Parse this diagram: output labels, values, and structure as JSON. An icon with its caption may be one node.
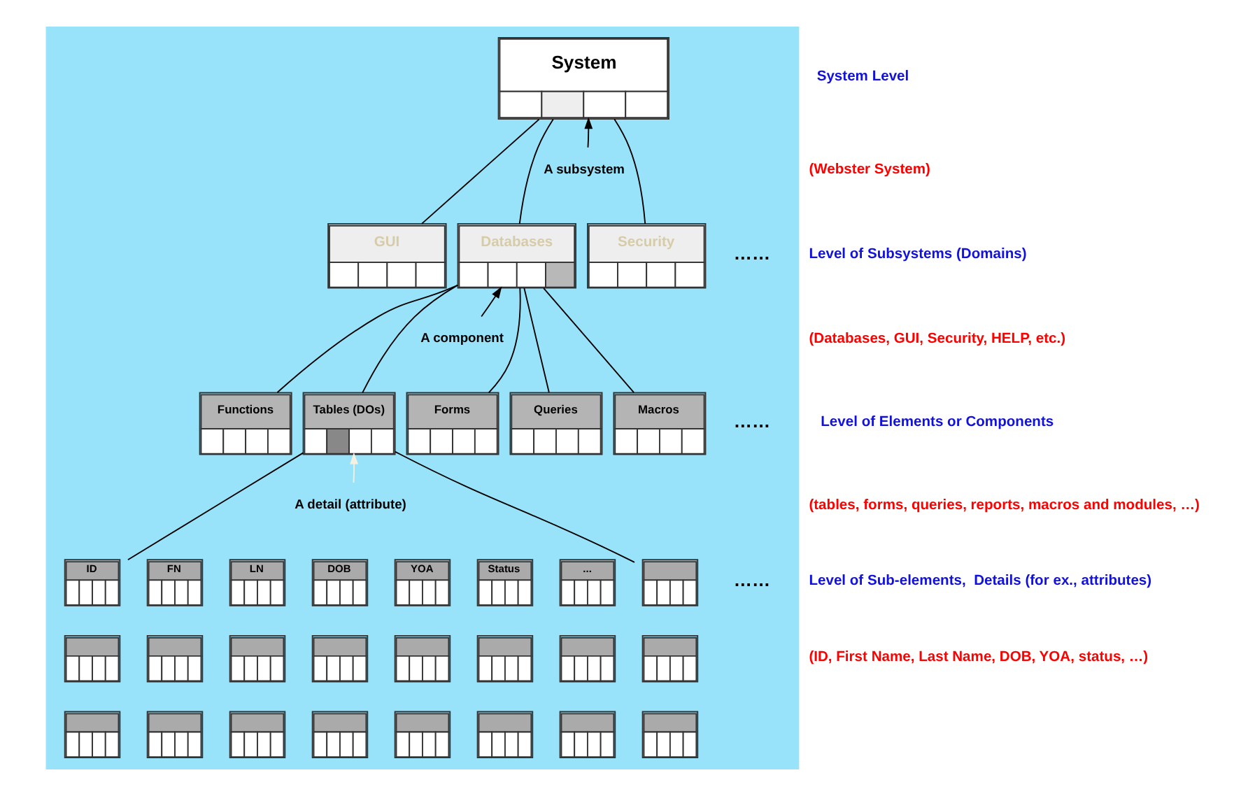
{
  "diagram": {
    "nodes": [
      {
        "text": [],
        "shape": "box"
      },
      {
        "text": [
          "System"
        ],
        "in": 0
      },
      {
        "text": [
          "GUI"
        ],
        "in": 0
      },
      {
        "text": [
          "Databases"
        ],
        "in": 0
      },
      {
        "text": [
          "Security"
        ],
        "in": 0
      },
      {
        "text": [
          "Functions"
        ],
        "in": 0
      },
      {
        "text": [
          "Tables (DOs)"
        ],
        "in": 0
      },
      {
        "text": [
          "Forms"
        ],
        "in": 0
      },
      {
        "text": [
          "Queries"
        ],
        "in": 0
      },
      {
        "text": [
          "Macros"
        ],
        "in": 0
      },
      {
        "text": [
          "ID"
        ],
        "in": 0
      },
      {
        "text": [
          "FN"
        ],
        "in": 0
      },
      {
        "text": [
          "LN"
        ],
        "in": 0
      },
      {
        "text": [
          "DOB"
        ],
        "in": 0
      },
      {
        "text": [
          "YOA"
        ],
        "in": 0
      },
      {
        "text": [
          "Status"
        ],
        "in": 0
      },
      {
        "text": [
          "..."
        ],
        "in": 0
      },
      {
        "text": [],
        "shape": "box",
        "in": 0
      },
      {
        "text": [],
        "shape": "box",
        "in": 0
      },
      {
        "text": [],
        "shape": "box",
        "in": 0
      },
      {
        "text": [],
        "shape": "box",
        "in": 0
      },
      {
        "text": [],
        "shape": "box",
        "in": 0
      },
      {
        "text": [],
        "shape": "box",
        "in": 0
      },
      {
        "text": [],
        "shape": "box",
        "in": 0
      },
      {
        "text": [],
        "shape": "box",
        "in": 0
      },
      {
        "text": [],
        "shape": "box",
        "in": 0
      },
      {
        "text": [],
        "shape": "box",
        "in": 0
      },
      {
        "text": [],
        "shape": "box",
        "in": 0
      },
      {
        "text": [],
        "shape": "box",
        "in": 0
      },
      {
        "text": [],
        "shape": "box",
        "in": 0
      },
      {
        "text": [],
        "shape": "box",
        "in": 0
      },
      {
        "text": [],
        "shape": "box",
        "in": 0
      },
      {
        "text": [],
        "shape": "box",
        "in": 0
      },
      {
        "text": [],
        "shape": "box",
        "in": 0
      },
      {
        "text": [
          "A subsystem"
        ],
        "in": 0
      },
      {
        "text": [
          "A component"
        ],
        "in": 0
      },
      {
        "text": [
          "A detail (attribute)"
        ],
        "in": 0
      }
    ],
    "edges": [
      {
        "from": 1,
        "to": 2,
        "arrow": "none"
      },
      {
        "from": 1,
        "to": 3,
        "arrow": "none"
      },
      {
        "from": 1,
        "to": 4,
        "arrow": "none"
      },
      {
        "from": 3,
        "to": 5,
        "arrow": "none"
      },
      {
        "from": 3,
        "to": 6,
        "arrow": "none"
      },
      {
        "from": 3,
        "to": 7,
        "arrow": "none"
      },
      {
        "from": 3,
        "to": 8,
        "arrow": "none"
      },
      {
        "from": 3,
        "to": 9,
        "arrow": "none"
      },
      {
        "from": 6,
        "to": 10,
        "arrow": "none"
      },
      {
        "from": 6,
        "to": 17,
        "arrow": "none"
      },
      {
        "from": 34,
        "to": 1,
        "arrow": "to"
      },
      {
        "from": 35,
        "to": 3,
        "arrow": "to"
      },
      {
        "from": 36,
        "to": 6,
        "arrow": "to",
        "color": "#f5f0e0"
      }
    ],
    "labels": [
      "……",
      "……",
      "……",
      "System Level",
      "(Webster System)",
      "Level of Subsystems (Domains)",
      "(Databases, GUI, Security, HELP, etc.)",
      "Level of Elements or Components",
      "(tables, forms, queries, reports, macros and modules, …)",
      "Level of Sub-elements,  Details (for ex., attributes)",
      "(ID, First Name, Last Name, DOB, YOA, status, …)"
    ]
  }
}
